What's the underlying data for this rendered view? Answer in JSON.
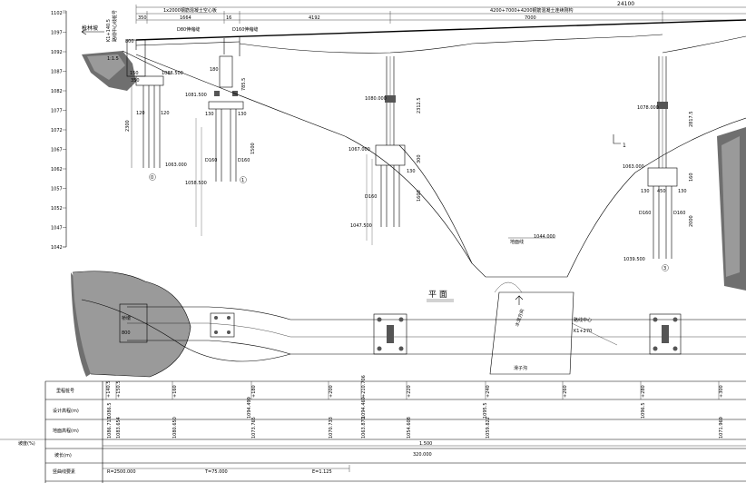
{
  "elevation_scale": {
    "labels": [
      "1102",
      "1097",
      "1092",
      "1087",
      "1082",
      "1077",
      "1072",
      "1067",
      "1062",
      "1057",
      "1052",
      "1047",
      "1042"
    ]
  },
  "top_dims": {
    "total": "24100",
    "span_group_label": "4200+7000+4200钢筋混凝土连续刚构",
    "slab_label": "1x2000钢筋混凝土空心板",
    "d350": "350",
    "d1664": "1664",
    "d16": "16",
    "d4192": "4192",
    "d7000": "7000"
  },
  "abutment": {
    "direction_label": "枪林坡",
    "stake_label": "K1+140.5",
    "stake_side": "路线中心线桩号",
    "slope": "1:1.5",
    "d800": "800",
    "d350b": "350",
    "d150": "150",
    "d120a": "120",
    "d120b": "120",
    "d2300": "2300",
    "elev_top": "1086.500",
    "elev_bot": "1063.000",
    "no": "0"
  },
  "pier1": {
    "joint_label": "D160伸缩缝",
    "joint_label_left": "D80伸缩缝",
    "d180": "180",
    "d785": "785.5",
    "d130a": "130",
    "d130b": "130",
    "d1500": "1500",
    "pile_a": "D160",
    "pile_b": "D160",
    "elev_cap": "1081.500",
    "elev_bot": "1058.500",
    "no": "1"
  },
  "pier2": {
    "elev_cap": "1080.000",
    "elev_mid": "1067.000",
    "elev_bot": "1047.500",
    "d2312": "2312.5",
    "d300": "300",
    "d130": "130",
    "d1600": "1600",
    "pile": "D160"
  },
  "pier3": {
    "elev_cap": "1078.000",
    "elev_mid": "1063.000",
    "elev_bot": "1039.500",
    "d2817": "2817.5",
    "d450": "450",
    "d130a": "130",
    "d130b": "130",
    "d160": "160",
    "d2000": "2000",
    "pile_a": "D160",
    "pile_b": "D160",
    "no": "3"
  },
  "ground": {
    "elev": "1044.000",
    "label": "地面线"
  },
  "plan": {
    "title": "平 面",
    "axis_label": "1",
    "stream_label": "滑子沟",
    "flow_label": "水流方向",
    "center_label": "路线中心",
    "stake": "K1+270",
    "d800": "800",
    "pier_label": "桥墩"
  },
  "table": {
    "rows": [
      {
        "head": "里程桩号",
        "values": [
          "+140.5",
          "+150.5",
          "+160",
          "+180",
          "+200",
          "+210.706",
          "+220",
          "+240",
          "+260",
          "+280",
          "+300"
        ]
      },
      {
        "head": "设计高程(m)",
        "values": [
          "1086.5",
          "1094.499",
          "1094.469",
          "1095.5",
          "1096.5"
        ]
      },
      {
        "head": "地面高程(m)",
        "values": [
          "1086.717",
          "1083.654",
          "1080.650",
          "1073.765",
          "1070.733",
          "1063.870",
          "1054.608",
          "1059.822",
          "1071.969"
        ]
      },
      {
        "head": "坡度(%)",
        "values": [
          "1.500"
        ]
      },
      {
        "head": "坡长(m)",
        "values": [
          "320.000"
        ]
      },
      {
        "head": "竖曲线要素",
        "values": [
          "R=2500.000",
          "T=75.000",
          "E=1.125"
        ]
      }
    ]
  }
}
